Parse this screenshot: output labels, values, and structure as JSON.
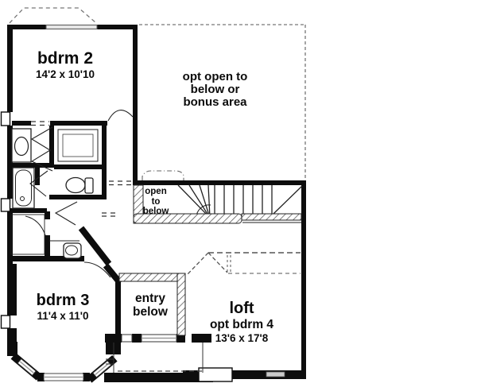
{
  "plan": {
    "rooms": {
      "bdrm2": {
        "name": "bdrm 2",
        "dims": "14'2 x 10'10"
      },
      "bonus_area": {
        "line1": "opt open to",
        "line2": "below or",
        "line3": "bonus area"
      },
      "open_to_below": {
        "line1": "open",
        "line2": "to",
        "line3": "below"
      },
      "bdrm3": {
        "name": "bdrm 3",
        "dims": "11'4 x 11'0"
      },
      "entry": {
        "line1": "entry",
        "line2": "below"
      },
      "loft": {
        "name": "loft",
        "alt": "opt bdrm 4",
        "dims": "13'6 x 17'8"
      }
    },
    "fixtures": {
      "bathtub": "bathtub-icon",
      "vanity_sink": "sink-icon",
      "toilet_main": "toilet-icon",
      "toilet_half": "toilet-icon",
      "closet_shelves": "closet-icon",
      "stairs": "stairs-icon"
    },
    "colors": {
      "wall": "#0d0d0d",
      "background": "#ffffff",
      "window_gray": "#c9c9c9",
      "dashed_line": "#777777"
    }
  }
}
